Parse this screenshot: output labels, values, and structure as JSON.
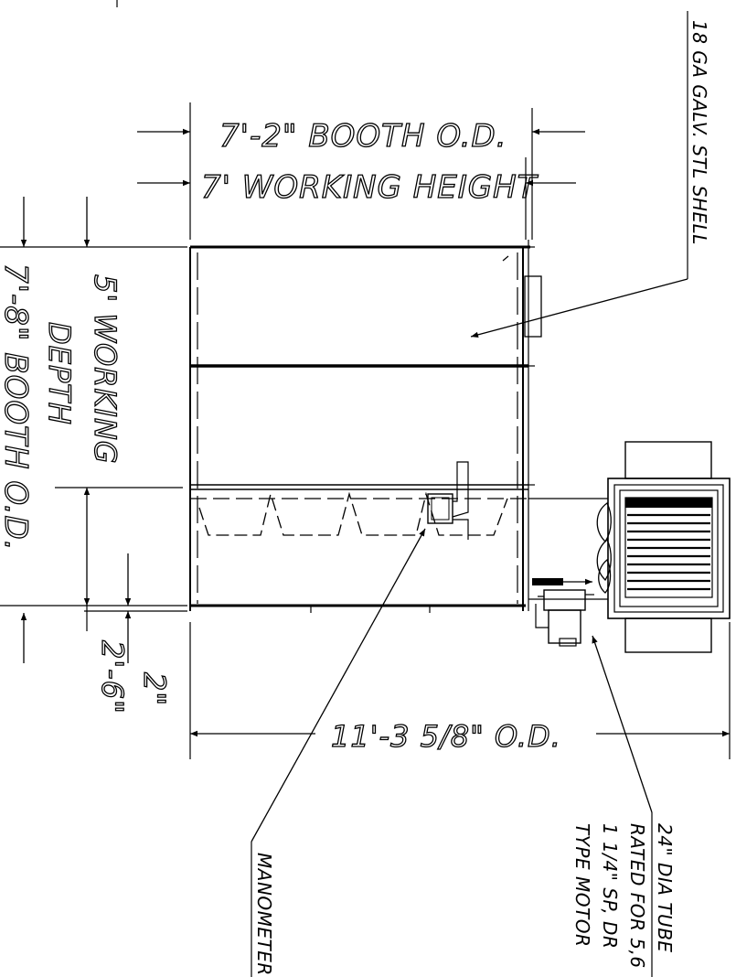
{
  "dimensions": {
    "booth_od_height": "7'-2\"  BOOTH O.D.",
    "working_height": "7'  WORKING HEIGHT",
    "working_depth_line1": "5'  WORKING",
    "working_depth_line2": "DEPTH",
    "booth_od_depth": "7'-8\" BOOTH O.D.",
    "dim_2ft6": "2'-6\"",
    "dim_2in": "2\"",
    "overall_od": "11'-3 5/8\"  O.D."
  },
  "notes": {
    "shell": "18 GA GALV. STL SHELL",
    "manometer": "MANOMETER",
    "fan_line1": "24\" DIA TUBE",
    "fan_line2": "RATED FOR 5,6",
    "fan_line3": "1 1/4\" SP, DR",
    "fan_line4": "TYPE MOTOR"
  }
}
